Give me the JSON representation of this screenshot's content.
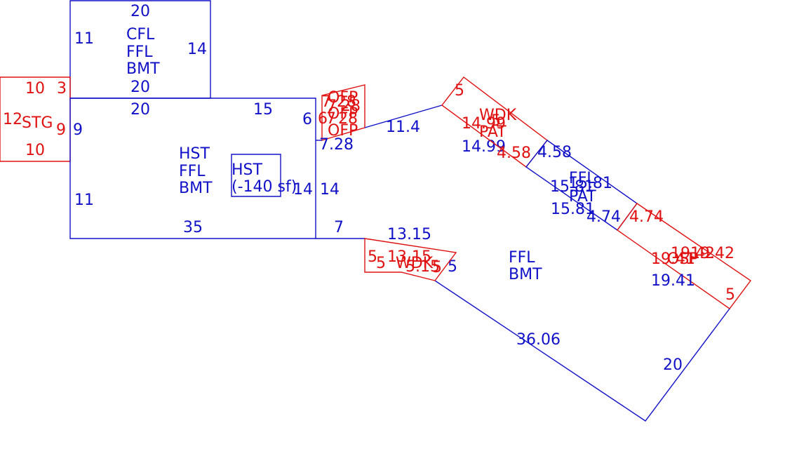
{
  "colors": {
    "main": "#1010c8",
    "accessory": "#e01010",
    "background": "#ffffff"
  },
  "areas": [
    {
      "id": "upper-addition",
      "kind": "main",
      "codes": [
        "CFL",
        "FFL",
        "BMT"
      ],
      "dimensions": [
        "20",
        "11",
        "14",
        "20"
      ]
    },
    {
      "id": "storage",
      "kind": "accessory",
      "codes": [
        "STG"
      ],
      "dimensions": [
        "10",
        "3",
        "12",
        "9",
        "10"
      ]
    },
    {
      "id": "center-house",
      "kind": "main",
      "codes": [
        "HST",
        "FFL",
        "BMT"
      ],
      "dimensions": [
        "20",
        "15",
        "6",
        "9",
        "11",
        "35",
        "14",
        "14",
        "7"
      ]
    },
    {
      "id": "hst-deduction",
      "kind": "main",
      "codes": [
        "HST",
        "(-140 sf)"
      ],
      "dimensions": []
    },
    {
      "id": "open-porch-stack",
      "kind": "accessory",
      "codes": [
        "OFP",
        "OFP",
        "OFP"
      ],
      "dimensions": [
        "7",
        "28",
        "6",
        "7",
        "28",
        "7",
        "28"
      ]
    },
    {
      "id": "connector",
      "kind": "main",
      "codes": [],
      "dimensions": [
        "7.28",
        "11.4",
        "14.99"
      ]
    },
    {
      "id": "wood-deck-patio-top",
      "kind": "accessory",
      "codes": [
        "WDK",
        "PAT"
      ],
      "dimensions": [
        "5",
        "14.99",
        "5",
        "4.58"
      ]
    },
    {
      "id": "floor-patio-band",
      "kind": "main",
      "codes": [
        "FFL",
        "PAT"
      ],
      "dimensions": [
        "4.58",
        "15.81",
        "15.81",
        "15.81",
        "4.74"
      ]
    },
    {
      "id": "right-porch",
      "kind": "accessory",
      "codes": [
        "OSP"
      ],
      "dimensions": [
        "4.74",
        "19.42",
        "19.41",
        "19.42",
        "5"
      ]
    },
    {
      "id": "main-wing",
      "kind": "main",
      "codes": [
        "FFL",
        "BMT"
      ],
      "dimensions": [
        "13.15",
        "5",
        "36.06",
        "20",
        "19.41"
      ]
    },
    {
      "id": "lower-wood-deck",
      "kind": "accessory",
      "codes": [
        "WDK"
      ],
      "dimensions": [
        "5",
        "13.15",
        "5",
        "5.15",
        "5"
      ]
    }
  ]
}
